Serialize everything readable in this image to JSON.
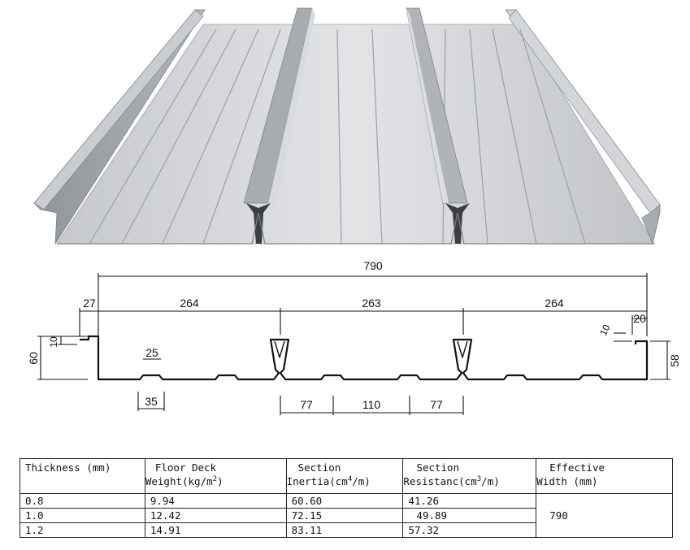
{
  "profile_drawing": {
    "overall_width": "790",
    "segments": [
      "27",
      "264",
      "263",
      "264",
      "20"
    ],
    "lip_left": "10",
    "lip_right": "10",
    "height_left": "60",
    "height_right": "58",
    "rib_top": "25",
    "rib_bottom": "35",
    "bottom_segments": [
      "77",
      "110",
      "77"
    ]
  },
  "spec_table": {
    "headers": [
      {
        "line1": "Thickness (mm)",
        "line2": ""
      },
      {
        "line1": "Floor Deck",
        "line2": "Weight(kg/m",
        "sup": "2",
        "tail": ")"
      },
      {
        "line1": "Section",
        "line2": "Inertia(cm",
        "sup": "4",
        "tail": "/m)"
      },
      {
        "line1": "Section",
        "line2": "Resistanc(cm",
        "sup": "3",
        "tail": "/m)"
      },
      {
        "line1": "Effective",
        "line2": "Width (mm)"
      }
    ],
    "rows": [
      {
        "thickness": "0.8",
        "weight": "9.94",
        "inertia": "60.60",
        "resistance": "41.26"
      },
      {
        "thickness": "1.0",
        "weight": "12.42",
        "inertia": "72.15",
        "resistance": "49.89"
      },
      {
        "thickness": "1.2",
        "weight": "14.91",
        "inertia": "83.11",
        "resistance": "57.32"
      }
    ],
    "effective_width": "790"
  },
  "colors": {
    "steel_light": "#d9dcdf",
    "steel_mid": "#b9bdc1",
    "steel_dark": "#8e9398",
    "line": "#111111"
  }
}
